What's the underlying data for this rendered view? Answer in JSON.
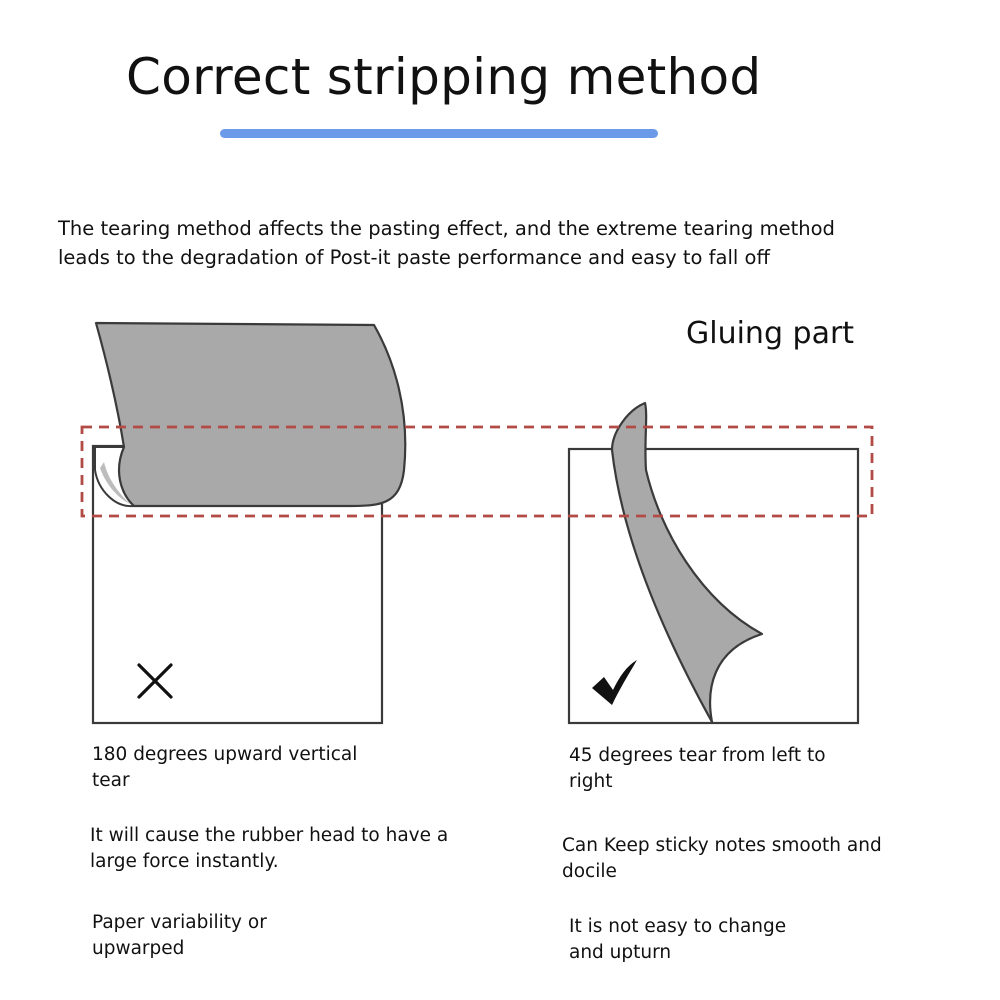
{
  "title": "Correct stripping method",
  "intro": {
    "line1": "The tearing method affects the pasting effect, and the extreme tearing method",
    "line2": "leads to the degradation of Post-it paste performance and easy to fall off"
  },
  "gluing_label": "Gluing part",
  "wrong": {
    "mark_icon": "x-mark-icon",
    "method_line1": "180 degrees upward vertical",
    "method_line2": "tear",
    "effect_line1": "It will cause the rubber head to have a",
    "effect_line2": "large force instantly.",
    "result_line1": "Paper variability or",
    "result_line2": "upwarped"
  },
  "right": {
    "mark_icon": "check-mark-icon",
    "method_line1": "45 degrees tear from left to",
    "method_line2": "right",
    "effect_line1": "Can Keep sticky notes smooth and",
    "effect_line2": "docile",
    "result_line1": "It is not easy to change",
    "result_line2": "and upturn"
  },
  "colors": {
    "accent_underline": "#6b9ae8",
    "glue_zone_dash": "#b24a45",
    "sheet_fill": "#a9a9a9",
    "outline": "#3a3a3a"
  }
}
